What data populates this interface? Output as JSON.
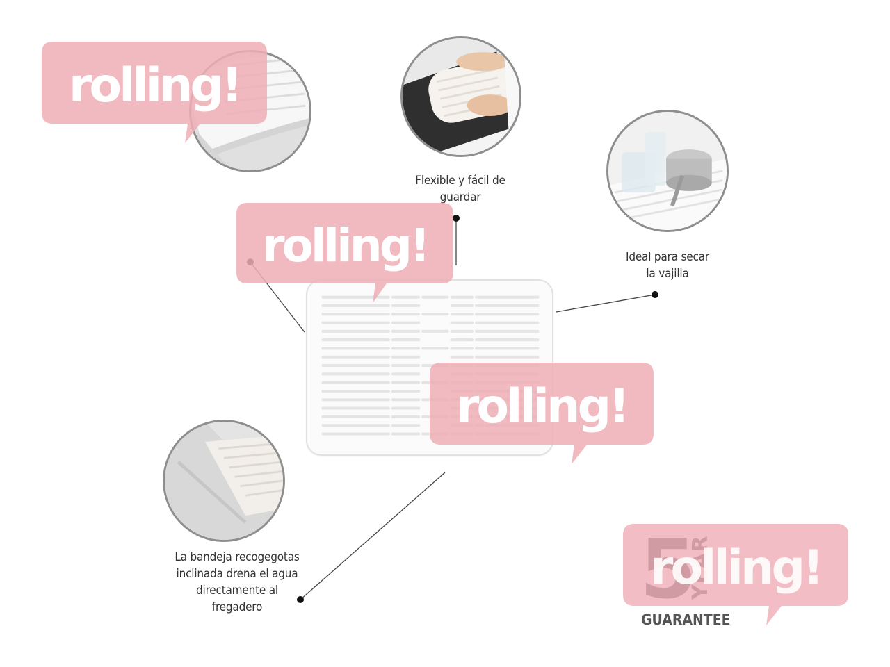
{
  "captions": {
    "top": [
      "Flexible y fácil de",
      "guardar"
    ],
    "right": [
      "Ideal para secar",
      "la vajilla"
    ],
    "bottom": [
      "La bandeja recogegotas",
      "inclinada drena el agua",
      "directamente al",
      "fregadero"
    ]
  },
  "watermark": {
    "text": "rolling!",
    "color": "#efadb5"
  },
  "guarantee": {
    "number": "5",
    "unit": "YEAR",
    "label": "GUARANTEE"
  },
  "colors": {
    "leader_line": "#444444",
    "dot": "#111111",
    "circle_border": "#8e8e8e"
  }
}
